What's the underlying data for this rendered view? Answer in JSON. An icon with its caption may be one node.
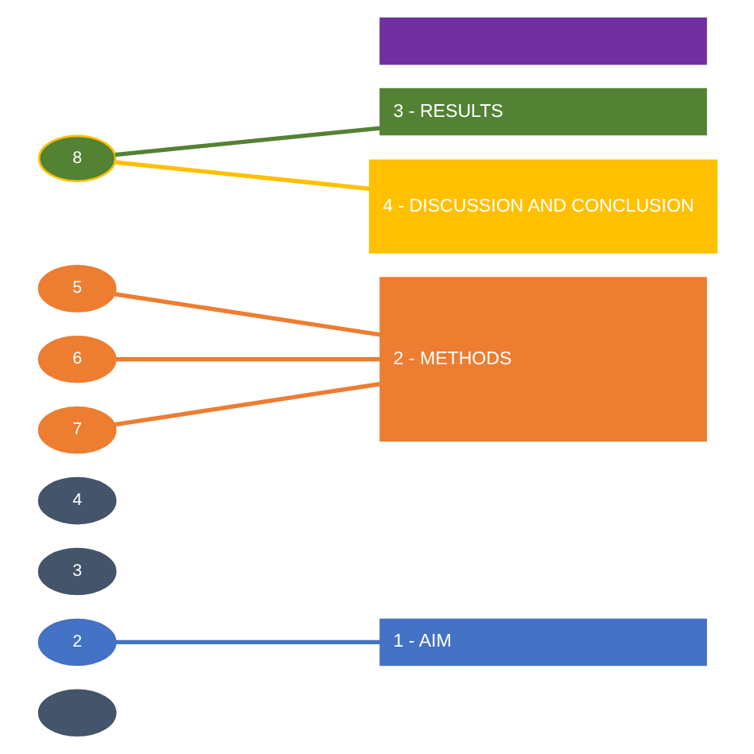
{
  "diagram": {
    "nodes": [
      {
        "text": [],
        "shape": "ellipse"
      },
      {
        "text": [
          "2"
        ]
      },
      {
        "text": [
          "3"
        ]
      },
      {
        "text": [
          "4"
        ]
      },
      {
        "text": [
          "5"
        ]
      },
      {
        "text": [
          "6"
        ]
      },
      {
        "text": [
          "7"
        ]
      },
      {
        "text": [
          "8"
        ]
      },
      {
        "text": [
          "1 - AIM"
        ]
      },
      {
        "text": [
          "2 - METHODS"
        ]
      },
      {
        "text": [
          "3 - RESULTS"
        ]
      },
      {
        "text": [
          "4 - DISCUSSION AND CONCLUSION"
        ]
      },
      {
        "text": [],
        "shape": "box"
      }
    ],
    "edges": [
      {
        "from": 1,
        "to": 8,
        "arrow": "none",
        "color": "#4472c4"
      },
      {
        "from": 4,
        "to": 9,
        "arrow": "none"
      },
      {
        "from": 5,
        "to": 9,
        "arrow": "none"
      },
      {
        "from": 6,
        "to": 9,
        "arrow": "none"
      },
      {
        "from": 7,
        "to": 10,
        "arrow": "none",
        "color": "#548235"
      },
      {
        "from": 7,
        "to": 11,
        "arrow": "none",
        "color": "#ffc000"
      }
    ]
  }
}
